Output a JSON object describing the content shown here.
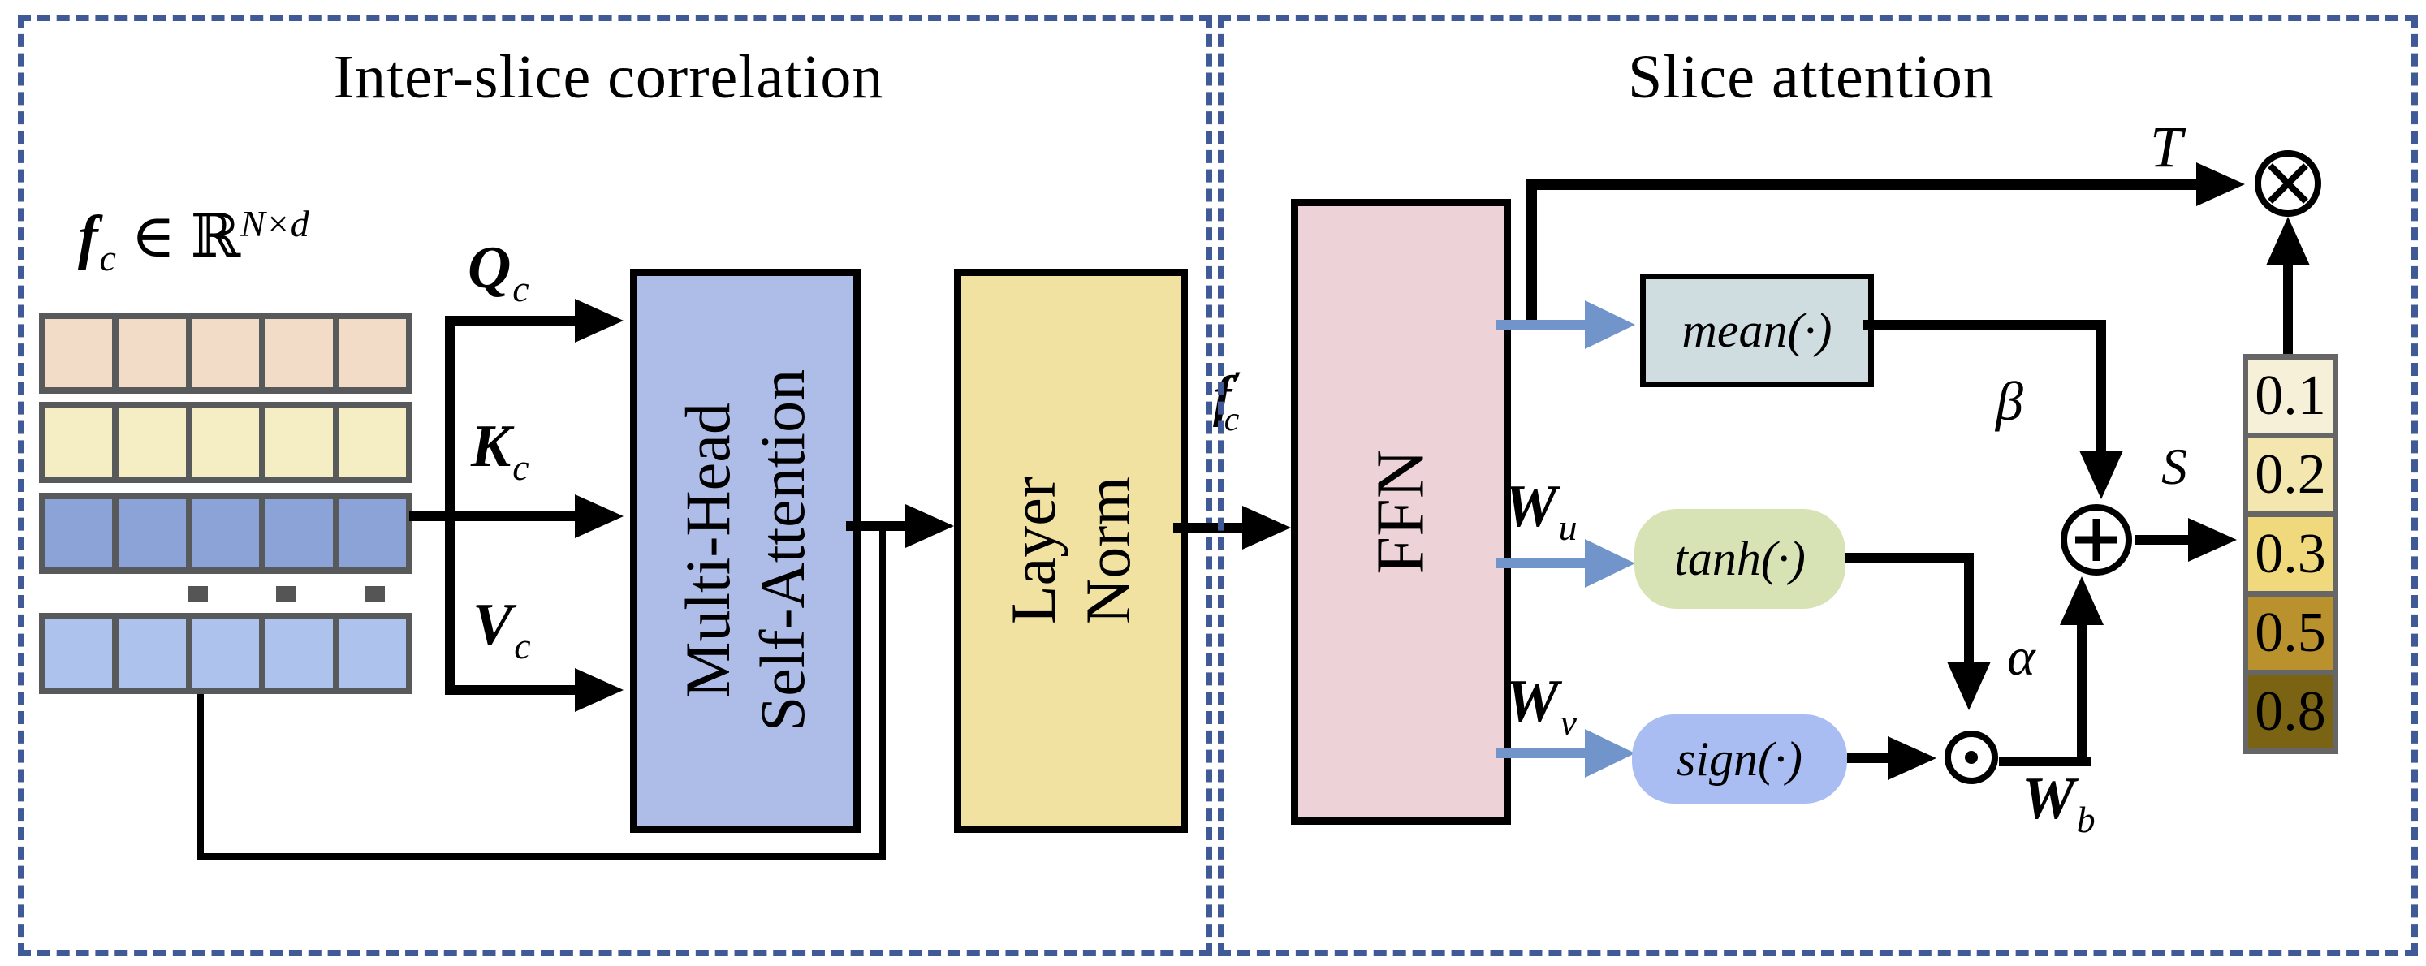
{
  "left_panel": {
    "title": "Inter-slice correlation",
    "input_label": {
      "symbol": "f",
      "symbol_sub": "c",
      "element_of": "∈",
      "set_symbol": "ℝ",
      "set_sup": "N×d"
    },
    "matrix": {
      "cells_per_row": 5,
      "border_color": "#58595b",
      "rows": [
        {
          "color": "#f2dcc8"
        },
        {
          "color": "#f5edc3"
        },
        {
          "color": "#8ba3d6"
        },
        {
          "color": "#adc3ee"
        }
      ],
      "ellipsis_dot_color": "#555555"
    },
    "projections": {
      "q": {
        "main": "Q",
        "sub": "c"
      },
      "k": {
        "main": "K",
        "sub": "c"
      },
      "v": {
        "main": "V",
        "sub": "c"
      }
    },
    "mhsa": {
      "line1": "Multi-Head",
      "line2": "Self-Attention",
      "fill": "#aebce8"
    },
    "layer_norm": {
      "line1": "Layer",
      "line2": "Norm",
      "fill": "#f2e2a2"
    }
  },
  "right_panel": {
    "title": "Slice attention",
    "ffn": {
      "label": "FFN",
      "fill": "#edd2d8"
    },
    "intermediate_label": {
      "symbol": "f",
      "prime": "′",
      "sub": "c"
    },
    "mean_box": {
      "label": "mean(·)",
      "fill": "#cfdce0"
    },
    "tanh_box": {
      "label": "tanh(·)",
      "fill": "#d7e3b4"
    },
    "sign_box": {
      "label": "sign(·)",
      "fill": "#a9bdf2"
    },
    "weights": {
      "u": {
        "main": "W",
        "sub": "u"
      },
      "v": {
        "main": "W",
        "sub": "v"
      },
      "b": {
        "main": "W",
        "sub": "b"
      }
    },
    "scalars": {
      "T": "T",
      "S": "S",
      "alpha": "α",
      "beta": "β"
    },
    "operators": {
      "multiply": "⊗",
      "add": "⊕",
      "elementwise": "⊙"
    },
    "weight_column": {
      "border_color": "#666666",
      "cells": [
        {
          "value": "0.1",
          "color": "#f7f0d8"
        },
        {
          "value": "0.2",
          "color": "#f3e6ae"
        },
        {
          "value": "0.3",
          "color": "#f0d97c"
        },
        {
          "value": "0.5",
          "color": "#b9922d"
        },
        {
          "value": "0.8",
          "color": "#7a6414"
        }
      ]
    }
  },
  "style": {
    "dashed_border": "#3f5a96",
    "arrow_blue": "#7194ca",
    "line_black": "#000000"
  }
}
